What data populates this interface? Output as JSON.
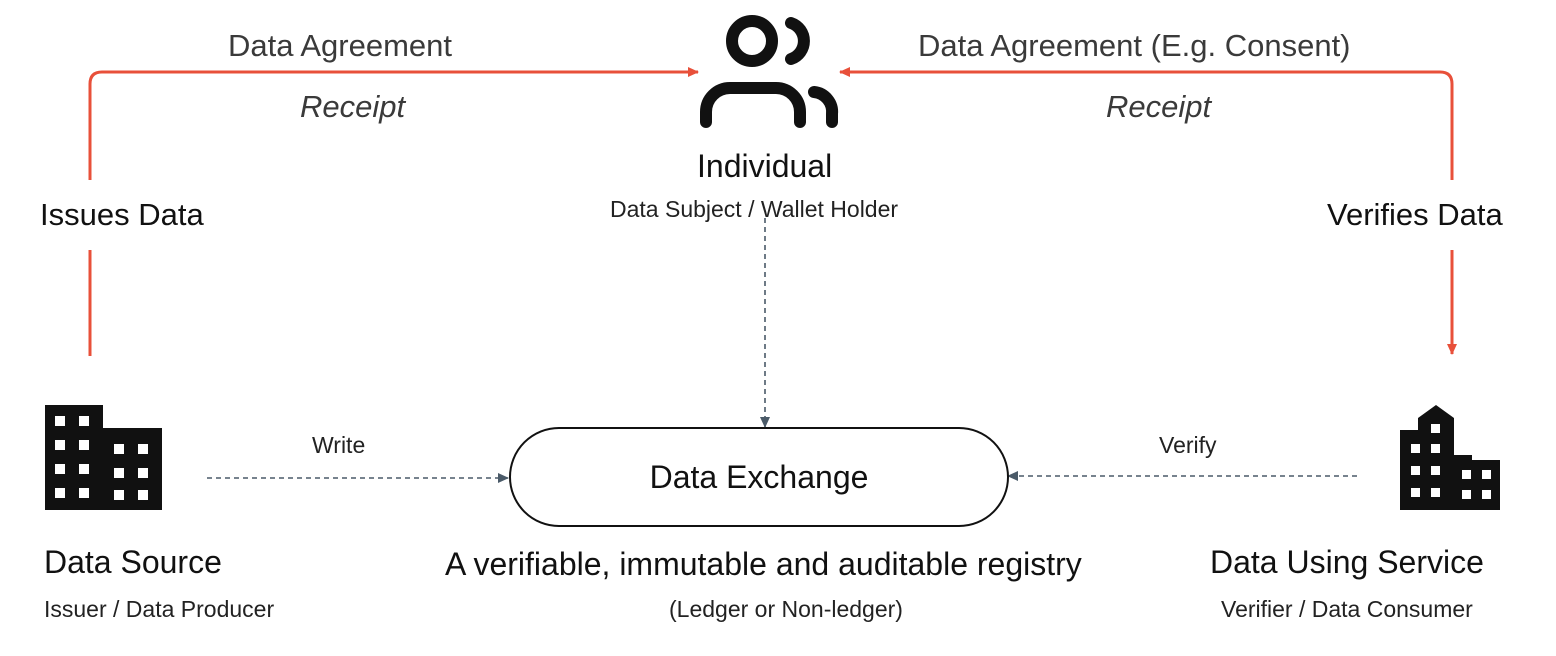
{
  "individual": {
    "name": "Individual",
    "role": "Data Subject / Wallet Holder",
    "icon": "people-icon"
  },
  "source": {
    "name": "Data Source",
    "role": "Issuer / Data Producer",
    "icon": "office-building-icon"
  },
  "consumer": {
    "name": "Data Using Service",
    "role": "Verifier / Data Consumer",
    "icon": "city-building-icon"
  },
  "exchange": {
    "name": "Data Exchange",
    "tagline": "A verifiable, immutable and auditable registry",
    "note": "(Ledger or Non-ledger)"
  },
  "left_flow": {
    "agreement": "Data Agreement",
    "receipt": "Receipt",
    "action": "Issues Data"
  },
  "right_flow": {
    "agreement": "Data Agreement (E.g. Consent)",
    "receipt": "Receipt",
    "action": "Verifies Data"
  },
  "edges": {
    "write": "Write",
    "verify": "Verify"
  },
  "colors": {
    "flow": "#e8503a",
    "dashed": "#4a5a68",
    "ink": "#111111"
  }
}
